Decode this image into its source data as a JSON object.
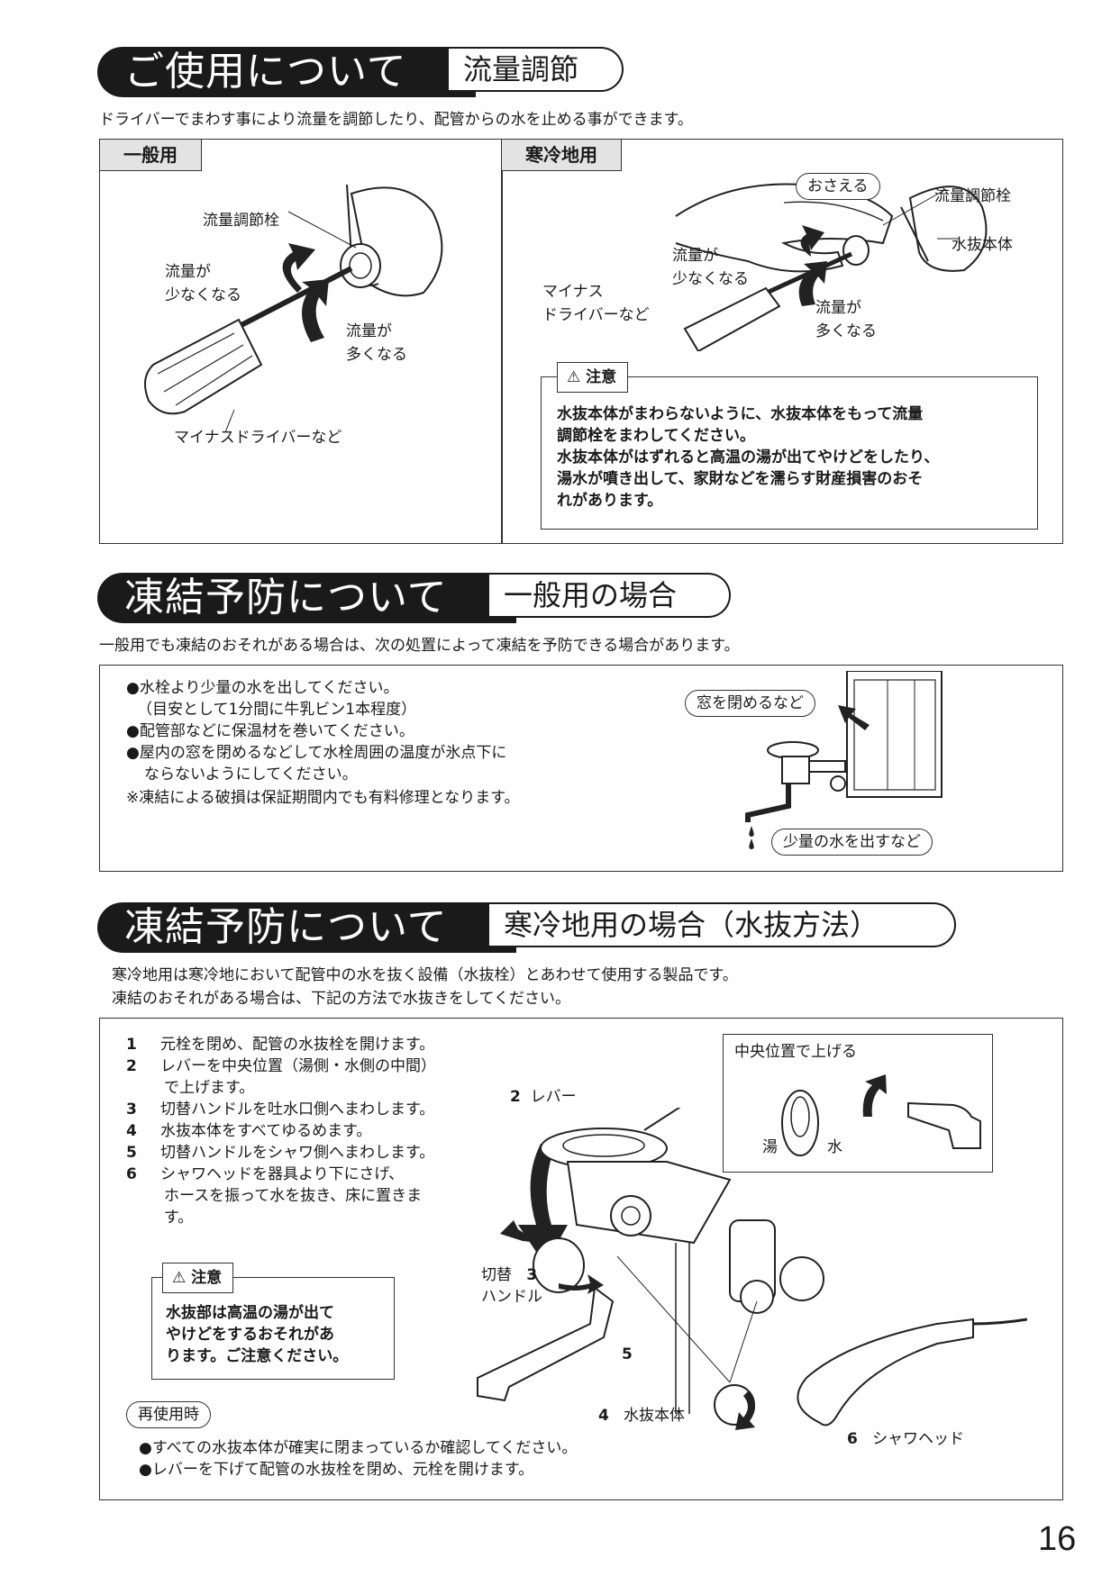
{
  "section1": {
    "title": "ご使用について",
    "subtitle": "流量調節",
    "intro": "ドライバーでまわす事により流量を調節したり、配管からの水を止める事ができます。",
    "general": {
      "tab": "一般用",
      "label_plug": "流量調節栓",
      "label_less_1": "流量が",
      "label_less_2": "少なくなる",
      "label_more_1": "流量が",
      "label_more_2": "多くなる",
      "label_driver": "マイナスドライバーなど"
    },
    "cold": {
      "tab": "寒冷地用",
      "label_hold": "おさえる",
      "label_plug": "流量調節栓",
      "label_body": "水抜本体",
      "label_less_1": "流量が",
      "label_less_2": "少なくなる",
      "label_driver_1": "マイナス",
      "label_driver_2": "ドライバーなど",
      "label_more_1": "流量が",
      "label_more_2": "多くなる",
      "caution_tab": "注意",
      "caution_lines": [
        "水抜本体がまわらないように、水抜本体をもって流量",
        "調節栓をまわしてください。",
        "水抜本体がはずれると高温の湯が出てやけどをしたり、",
        "湯水が噴き出して、家財などを濡らす財産損害のおそ",
        "れがあります。"
      ]
    }
  },
  "section2": {
    "title": "凍結予防について",
    "subtitle": "一般用の場合",
    "intro": "一般用でも凍結のおそれがある場合は、次の処置によって凍結を予防できる場合があります。",
    "lines": [
      "●水栓より少量の水を出してください。",
      "（目安として1分間に牛乳ビン1本程度）",
      "●配管部などに保温材を巻いてください。",
      "●屋内の窓を閉めるなどして水栓周囲の温度が氷点下に",
      "ならないようにしてください。",
      "※凍結による破損は保証期間内でも有料修理となります。"
    ],
    "label_window": "窓を閉めるなど",
    "label_water": "少量の水を出すなど"
  },
  "section3": {
    "title": "凍結予防について",
    "subtitle": "寒冷地用の場合（水抜方法）",
    "intro_1": "寒冷地用は寒冷地において配管中の水を抜く設備（水抜栓）とあわせて使用する製品です。",
    "intro_2": "凍結のおそれがある場合は、下記の方法で水抜きをしてください。",
    "steps": [
      {
        "num": "1",
        "text": "元栓を閉め、配管の水抜栓を開けます。"
      },
      {
        "num": "2",
        "text": "レバーを中央位置（湯側・水側の中間）"
      },
      {
        "num": "",
        "text": "で上げます。"
      },
      {
        "num": "3",
        "text": "切替ハンドルを吐水口側へまわします。"
      },
      {
        "num": "4",
        "text": "水抜本体をすべてゆるめます。"
      },
      {
        "num": "5",
        "text": "切替ハンドルをシャワ側へまわします。"
      },
      {
        "num": "6",
        "text": "シャワヘッドを器具より下にさげ、"
      },
      {
        "num": "",
        "text": "ホースを振って水を抜き、床に置きま"
      },
      {
        "num": "",
        "text": "す。"
      }
    ],
    "caution_tab": "注意",
    "caution_lines": [
      "水抜部は高温の湯が出て",
      "やけどをするおそれがあ",
      "ります。ご注意ください。"
    ],
    "reuse_tab": "再使用時",
    "reuse_lines": [
      "●すべての水抜本体が確実に閉まっているか確認してください。",
      "●レバーを下げて配管の水抜栓を閉め、元栓を開けます。"
    ],
    "inset_title": "中央位置で上げる",
    "inset_hot": "湯",
    "inset_cold": "水",
    "lbl_2_num": "2",
    "lbl_2": "レバー",
    "lbl_3_a": "切替",
    "lbl_3_num": "3",
    "lbl_3_b": "ハンドル",
    "lbl_5": "5",
    "lbl_4_num": "4",
    "lbl_4": "水抜本体",
    "lbl_6_num": "6",
    "lbl_6": "シャワヘッド"
  },
  "page_number": "16"
}
